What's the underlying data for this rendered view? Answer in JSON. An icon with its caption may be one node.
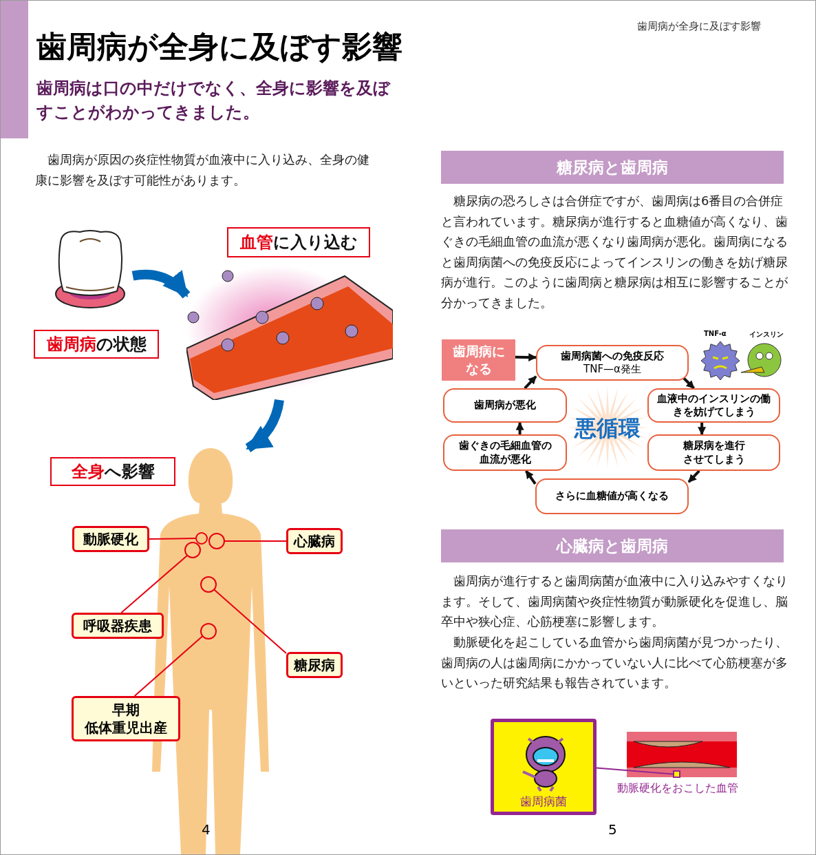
{
  "diagram": {
    "title": "歯周病が全身に及ぼす影響",
    "nodes": [
      {
        "text": [],
        "shape": "picture"
      },
      {
        "text": [
          "歯周病",
          "の状態"
        ]
      },
      {
        "text": [
          "血管",
          "に入り込む"
        ]
      },
      {
        "text": [],
        "shape": "picture"
      },
      {
        "text": [
          "全身",
          "へ影響"
        ]
      },
      {
        "text": [],
        "shape": "person"
      },
      {
        "text": [
          "動脈硬化"
        ]
      },
      {
        "text": [
          "心臓病"
        ]
      },
      {
        "text": [
          "呼吸器疾患"
        ]
      },
      {
        "text": [
          "糖尿病"
        ]
      },
      {
        "text": [
          "早期",
          "低体重児出産"
        ]
      },
      {
        "text": [],
        "shape": "circle",
        "in": 5
      },
      {
        "text": [],
        "shape": "circle",
        "in": 5
      },
      {
        "text": [],
        "shape": "circle",
        "in": 5
      },
      {
        "text": [],
        "shape": "circle",
        "in": 5
      },
      {
        "text": [],
        "shape": "circle",
        "in": 5
      },
      {
        "text": [
          "糖尿病と歯周病"
        ]
      },
      {
        "text": [
          "歯周病になる"
        ]
      },
      {
        "text": [
          "歯周病菌への免疫反応",
          "TNF—α発生"
        ]
      },
      {
        "text": [
          "血液中のインスリンの働きを妨げてしまう"
        ]
      },
      {
        "text": [
          "糖尿病を進行させてしまう"
        ]
      },
      {
        "text": [
          "さらに血糖値が高くなる"
        ]
      },
      {
        "text": [
          "歯ぐきの毛細血管の血流が悪化"
        ]
      },
      {
        "text": [
          "歯周病が悪化"
        ]
      },
      {
        "text": [
          "悪循環"
        ]
      },
      {
        "text": [
          "心臓病と歯周病"
        ]
      },
      {
        "text": [
          "歯周病菌"
        ]
      },
      {
        "text": [],
        "shape": "picture",
        "beside": [
          "動脈硬化をおこした血管"
        ]
      },
      {
        "text": [],
        "shape": "box",
        "in": 27
      },
      {
        "text": [],
        "shape": "bar"
      }
    ],
    "edges": [
      {
        "from": 0,
        "to": 3,
        "arrow": "to",
        "style": "thick",
        "color": "#0068b7"
      },
      {
        "from": 3,
        "to": 5,
        "arrow": "to",
        "style": "thick",
        "color": "#0068b7"
      },
      {
        "from": 6,
        "to": 11,
        "arrow": "none",
        "color": "#e60012"
      },
      {
        "from": 7,
        "to": 12,
        "arrow": "none",
        "color": "#e60012"
      },
      {
        "from": 8,
        "to": 13,
        "arrow": "none",
        "color": "#e60012"
      },
      {
        "from": 9,
        "to": 14,
        "arrow": "none",
        "color": "#e60012"
      },
      {
        "from": 10,
        "to": 15,
        "arrow": "none",
        "color": "#e60012"
      },
      {
        "from": 17,
        "to": 18,
        "arrow": "to"
      },
      {
        "from": 18,
        "to": 19,
        "arrow": "to"
      },
      {
        "from": 19,
        "to": 20,
        "arrow": "to"
      },
      {
        "from": 20,
        "to": 21,
        "arrow": "to"
      },
      {
        "from": 21,
        "to": 22,
        "arrow": "to"
      },
      {
        "from": 22,
        "to": 23,
        "arrow": "to"
      },
      {
        "from": 23,
        "to": 18,
        "arrow": "to"
      },
      {
        "from": 26,
        "to": 28,
        "arrow": "none",
        "color": "#93278f"
      }
    ],
    "labels": [
      "歯周病は口の中だけでなく、全身に影響を及ぼすことがわかってきました。",
      "歯周病が全身に及ぼす影響",
      "歯周病が原因の炎症性物質が血液中に入り込み、全身の健康に影響を及ぼす可能性があります。",
      "糖尿病の恐ろしさは合併症ですが、歯周病は6番目の合併症と言われています。糖尿病が進行すると血糖値が高くなり、歯ぐきの毛細血管の血流が悪くなり歯周病が悪化。歯周病になると歯周病菌への免疫反応によってインスリンの働きを妨げ糖尿病が進行。このように歯周病と糖尿病は相互に影響することが分かってきました。",
      "TNF-α",
      "インスリン",
      "歯周病が進行すると歯周病菌が血液中に入り込みやすくなります。そして、歯周病菌や炎症性物質が動脈硬化を促進し、脳卒中や狭心症、心筋梗塞に影響します。",
      "動脈硬化を起こしている血管から歯周病菌が見つかったり、歯周病の人は歯周病にかかっていない人に比べて心筋梗塞が多いといった研究結果も報告されています。",
      "4",
      "5"
    ]
  }
}
